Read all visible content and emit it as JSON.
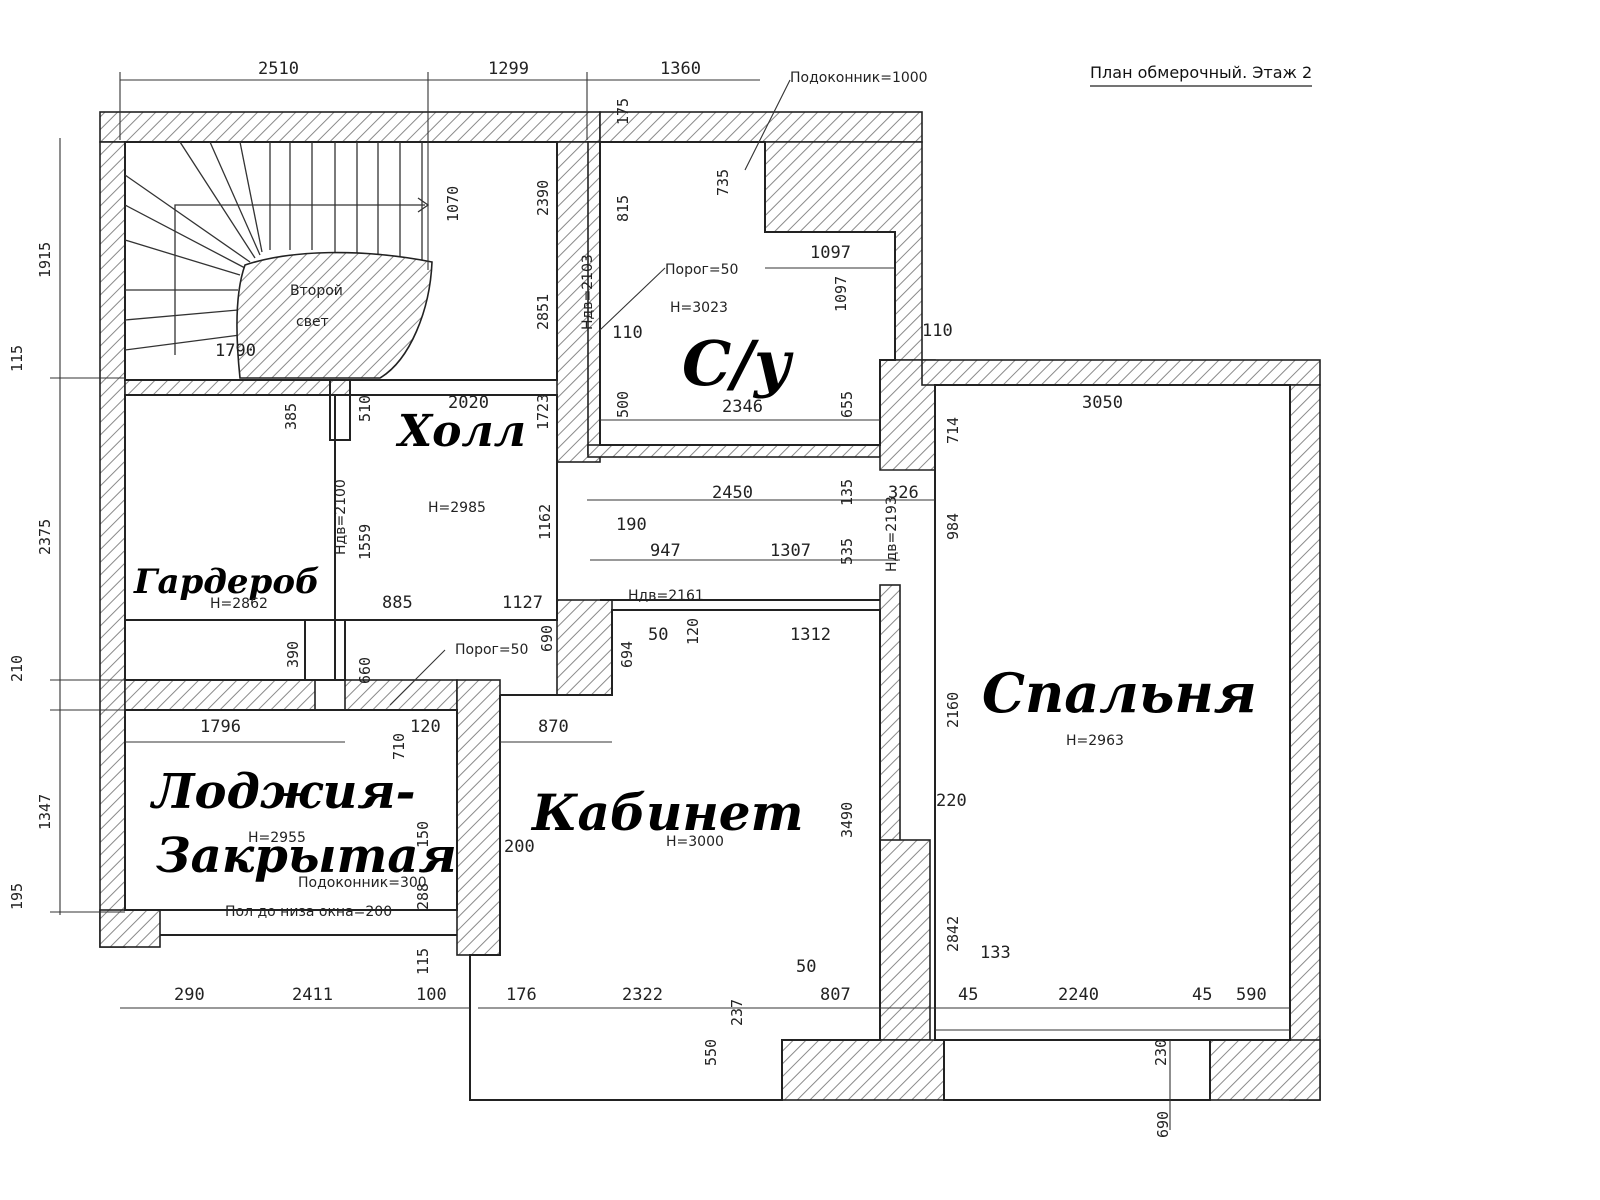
{
  "title": "План обмерочный. Этаж 2",
  "rooms": {
    "hall": "Холл",
    "wc": "С/у",
    "wardrobe": "Гардероб",
    "bedroom": "Спальня",
    "loggia_1": "Лоджия-",
    "loggia_2": "Закрытая",
    "study": "Кабинет"
  },
  "notes": {
    "vtoroy": "Второй",
    "svet": "свет",
    "podokonnik_1000": "Подоконник=1000",
    "porog_50_wc": "Порог=50",
    "porog_50_hall": "Порог=50",
    "hdv_2161": "Hдв=2161",
    "hdv_2103": "Hдв=2103",
    "hdv_2193": "Hдв=2193",
    "hdv_2100": "Hдв=2100",
    "pod_200": "Пол до низа окна=200",
    "pod_300": "Подоконник=300"
  },
  "heights": {
    "hall": "H=2985",
    "wc": "H=3023",
    "bedroom": "H=2963",
    "study": "H=3000",
    "loggia": "H=2955",
    "wardrobe": "H=2862"
  },
  "dims": {
    "top_2510": "2510",
    "top_1299": "1299",
    "top_1360": "1360",
    "d175a": "175",
    "d1070": "1070",
    "d2390": "2390",
    "d815": "815",
    "d735": "735",
    "d1097a": "1097",
    "d1097b": "1097",
    "d1790": "1790",
    "d110a": "110",
    "d110b": "110",
    "d2020": "2020",
    "d2346": "2346",
    "d500": "500",
    "d655": "655",
    "d1723": "1723",
    "d2851": "2851",
    "d3050": "3050",
    "d714": "714",
    "d385": "385",
    "d510": "510",
    "d2450": "2450",
    "d135": "135",
    "d326": "326",
    "d984": "984",
    "d1162": "1162",
    "d1559": "1559",
    "d190": "190",
    "d947": "947",
    "d1307": "1307",
    "d535": "535",
    "d885": "885",
    "d1127": "1127",
    "d2160": "2160",
    "d50a": "50",
    "d120a": "120",
    "d1312": "1312",
    "d690": "690",
    "d694": "694",
    "d390": "390",
    "d660": "660",
    "d1796": "1796",
    "d120b": "120",
    "d870": "870",
    "d710": "710",
    "d220": "220",
    "d200": "200",
    "d288": "288",
    "d3490": "3490",
    "d2842": "2842",
    "d115a": "115",
    "d290": "290",
    "d2411": "2411",
    "d100": "100",
    "d176": "176",
    "d2322": "2322",
    "d50b": "50",
    "d807": "807",
    "d133": "133",
    "d45a": "45",
    "d2240": "2240",
    "d45b": "45",
    "d590": "590",
    "d237": "237",
    "d550": "550",
    "d230": "230",
    "d690b": "690",
    "d1915": "1915",
    "d2375": "2375",
    "d1347": "1347",
    "d115": "115",
    "d210": "210",
    "d195": "195",
    "d150": "150"
  }
}
